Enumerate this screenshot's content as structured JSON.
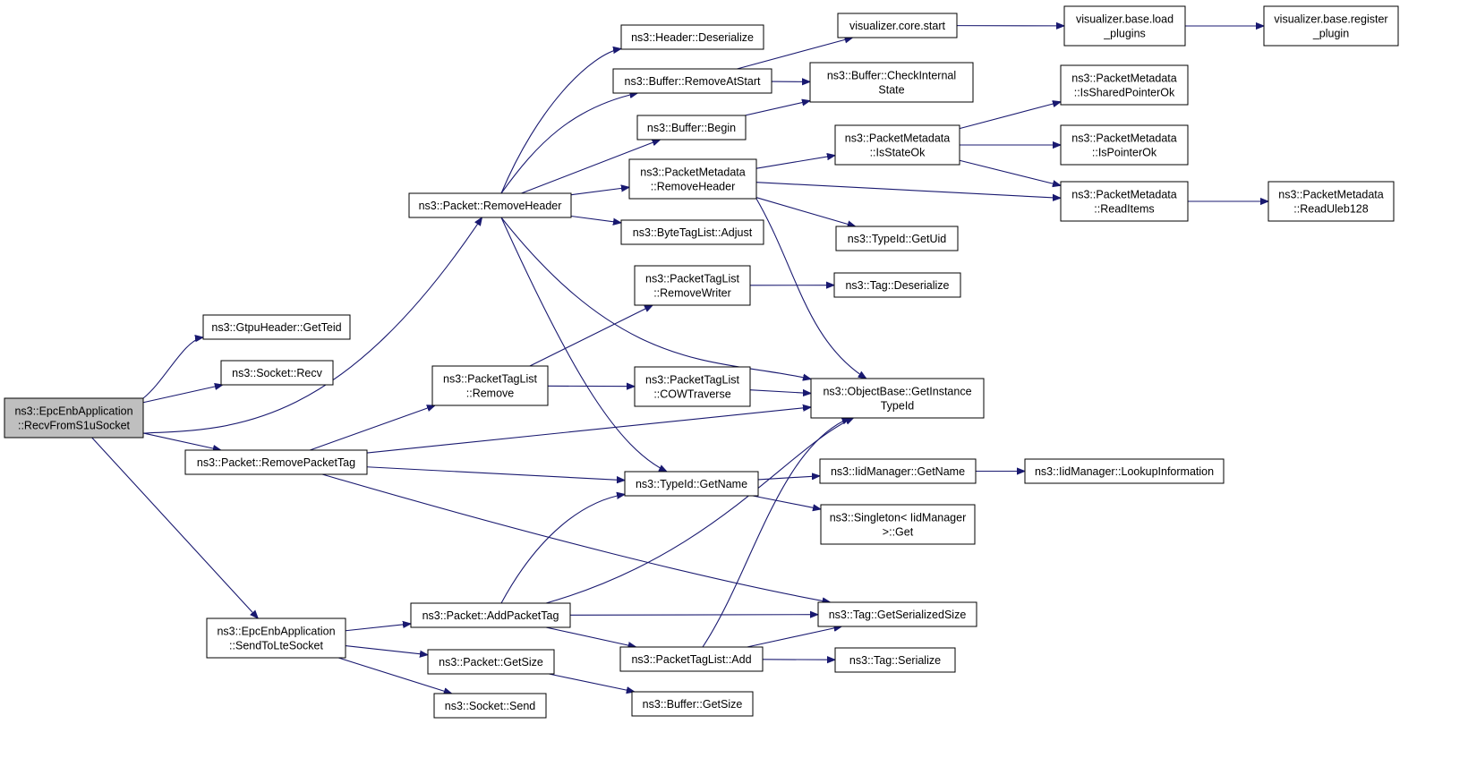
{
  "diagram": {
    "type": "call-graph",
    "colors": {
      "edge": "#191970",
      "root_fill": "#bfbfbf",
      "node_fill": "#ffffff",
      "border": "#000000"
    },
    "nodes": [
      {
        "id": "root",
        "lines": [
          "ns3::EpcEnbApplication",
          "::RecvFromS1uSocket"
        ],
        "root": true
      },
      {
        "id": "gtpu",
        "lines": [
          "ns3::GtpuHeader::GetTeid"
        ]
      },
      {
        "id": "recv",
        "lines": [
          "ns3::Socket::Recv"
        ]
      },
      {
        "id": "rmhdr",
        "lines": [
          "ns3::Packet::RemoveHeader"
        ]
      },
      {
        "id": "rmtag",
        "lines": [
          "ns3::Packet::RemovePacketTag"
        ]
      },
      {
        "id": "sendlte",
        "lines": [
          "ns3::EpcEnbApplication",
          "::SendToLteSocket"
        ]
      },
      {
        "id": "hdrdes",
        "lines": [
          "ns3::Header::Deserialize"
        ]
      },
      {
        "id": "bufrm",
        "lines": [
          "ns3::Buffer::RemoveAtStart"
        ]
      },
      {
        "id": "bufbegin",
        "lines": [
          "ns3::Buffer::Begin"
        ]
      },
      {
        "id": "pmrmhdr",
        "lines": [
          "ns3::PacketMetadata",
          "::RemoveHeader"
        ]
      },
      {
        "id": "btladj",
        "lines": [
          "ns3::ByteTagList::Adjust"
        ]
      },
      {
        "id": "ptlrw",
        "lines": [
          "ns3::PacketTagList",
          "::RemoveWriter"
        ]
      },
      {
        "id": "ptlrm",
        "lines": [
          "ns3::PacketTagList",
          "::Remove"
        ]
      },
      {
        "id": "ptlcow",
        "lines": [
          "ns3::PacketTagList",
          "::COWTraverse"
        ]
      },
      {
        "id": "tidname",
        "lines": [
          "ns3::TypeId::GetName"
        ]
      },
      {
        "id": "addtag",
        "lines": [
          "ns3::Packet::AddPacketTag"
        ]
      },
      {
        "id": "ptladd",
        "lines": [
          "ns3::PacketTagList::Add"
        ]
      },
      {
        "id": "pktsize",
        "lines": [
          "ns3::Packet::GetSize"
        ]
      },
      {
        "id": "sksend",
        "lines": [
          "ns3::Socket::Send"
        ]
      },
      {
        "id": "bufsize",
        "lines": [
          "ns3::Buffer::GetSize"
        ]
      },
      {
        "id": "vizcore",
        "lines": [
          "visualizer.core.start"
        ]
      },
      {
        "id": "bufchk",
        "lines": [
          "ns3::Buffer::CheckInternal",
          "State"
        ]
      },
      {
        "id": "pmstate",
        "lines": [
          "ns3::PacketMetadata",
          "::IsStateOk"
        ]
      },
      {
        "id": "tiduid",
        "lines": [
          "ns3::TypeId::GetUid"
        ]
      },
      {
        "id": "tagdes",
        "lines": [
          "ns3::Tag::Deserialize"
        ]
      },
      {
        "id": "objbase",
        "lines": [
          "ns3::ObjectBase::GetInstance",
          "TypeId"
        ]
      },
      {
        "id": "iidname",
        "lines": [
          "ns3::IidManager::GetName"
        ]
      },
      {
        "id": "singleton",
        "lines": [
          "ns3::Singleton< IidManager",
          ">::Get"
        ]
      },
      {
        "id": "tagser",
        "lines": [
          "ns3::Tag::GetSerializedSize"
        ]
      },
      {
        "id": "tagserialize",
        "lines": [
          "ns3::Tag::Serialize"
        ]
      },
      {
        "id": "vizload",
        "lines": [
          "visualizer.base.load",
          "_plugins"
        ]
      },
      {
        "id": "pmshared",
        "lines": [
          "ns3::PacketMetadata",
          "::IsSharedPointerOk"
        ]
      },
      {
        "id": "pmptr",
        "lines": [
          "ns3::PacketMetadata",
          "::IsPointerOk"
        ]
      },
      {
        "id": "pmread",
        "lines": [
          "ns3::PacketMetadata",
          "::ReadItems"
        ]
      },
      {
        "id": "iidlookup",
        "lines": [
          "ns3::IidManager::LookupInformation"
        ]
      },
      {
        "id": "vizreg",
        "lines": [
          "visualizer.base.register",
          "_plugin"
        ]
      },
      {
        "id": "pmuleb",
        "lines": [
          "ns3::PacketMetadata",
          "::ReadUleb128"
        ]
      }
    ],
    "edges": [
      [
        "root",
        "gtpu"
      ],
      [
        "root",
        "recv"
      ],
      [
        "root",
        "rmhdr"
      ],
      [
        "root",
        "rmtag"
      ],
      [
        "root",
        "sendlte"
      ],
      [
        "rmhdr",
        "hdrdes"
      ],
      [
        "rmhdr",
        "bufrm"
      ],
      [
        "rmhdr",
        "bufbegin"
      ],
      [
        "rmhdr",
        "pmrmhdr"
      ],
      [
        "rmhdr",
        "btladj"
      ],
      [
        "rmhdr",
        "objbase"
      ],
      [
        "rmhdr",
        "tidname"
      ],
      [
        "rmtag",
        "ptlrm"
      ],
      [
        "rmtag",
        "objbase"
      ],
      [
        "rmtag",
        "tidname"
      ],
      [
        "rmtag",
        "tagser"
      ],
      [
        "sendlte",
        "addtag"
      ],
      [
        "sendlte",
        "pktsize"
      ],
      [
        "sendlte",
        "sksend"
      ],
      [
        "bufrm",
        "vizcore"
      ],
      [
        "bufrm",
        "bufchk"
      ],
      [
        "bufbegin",
        "bufchk"
      ],
      [
        "pmrmhdr",
        "pmstate"
      ],
      [
        "pmrmhdr",
        "pmread"
      ],
      [
        "pmrmhdr",
        "tiduid"
      ],
      [
        "pmrmhdr",
        "objbase"
      ],
      [
        "ptlrm",
        "ptlrw"
      ],
      [
        "ptlrm",
        "ptlcow"
      ],
      [
        "ptlrw",
        "tagdes"
      ],
      [
        "ptlcow",
        "objbase"
      ],
      [
        "tidname",
        "iidname"
      ],
      [
        "tidname",
        "singleton"
      ],
      [
        "addtag",
        "tidname"
      ],
      [
        "addtag",
        "objbase"
      ],
      [
        "addtag",
        "tagser"
      ],
      [
        "addtag",
        "ptladd"
      ],
      [
        "ptladd",
        "objbase"
      ],
      [
        "ptladd",
        "tagser"
      ],
      [
        "ptladd",
        "tagserialize"
      ],
      [
        "pktsize",
        "bufsize"
      ],
      [
        "vizcore",
        "vizload"
      ],
      [
        "vizload",
        "vizreg"
      ],
      [
        "pmstate",
        "pmshared"
      ],
      [
        "pmstate",
        "pmptr"
      ],
      [
        "pmstate",
        "pmread"
      ],
      [
        "pmread",
        "pmuleb"
      ],
      [
        "iidname",
        "iidlookup"
      ]
    ]
  }
}
